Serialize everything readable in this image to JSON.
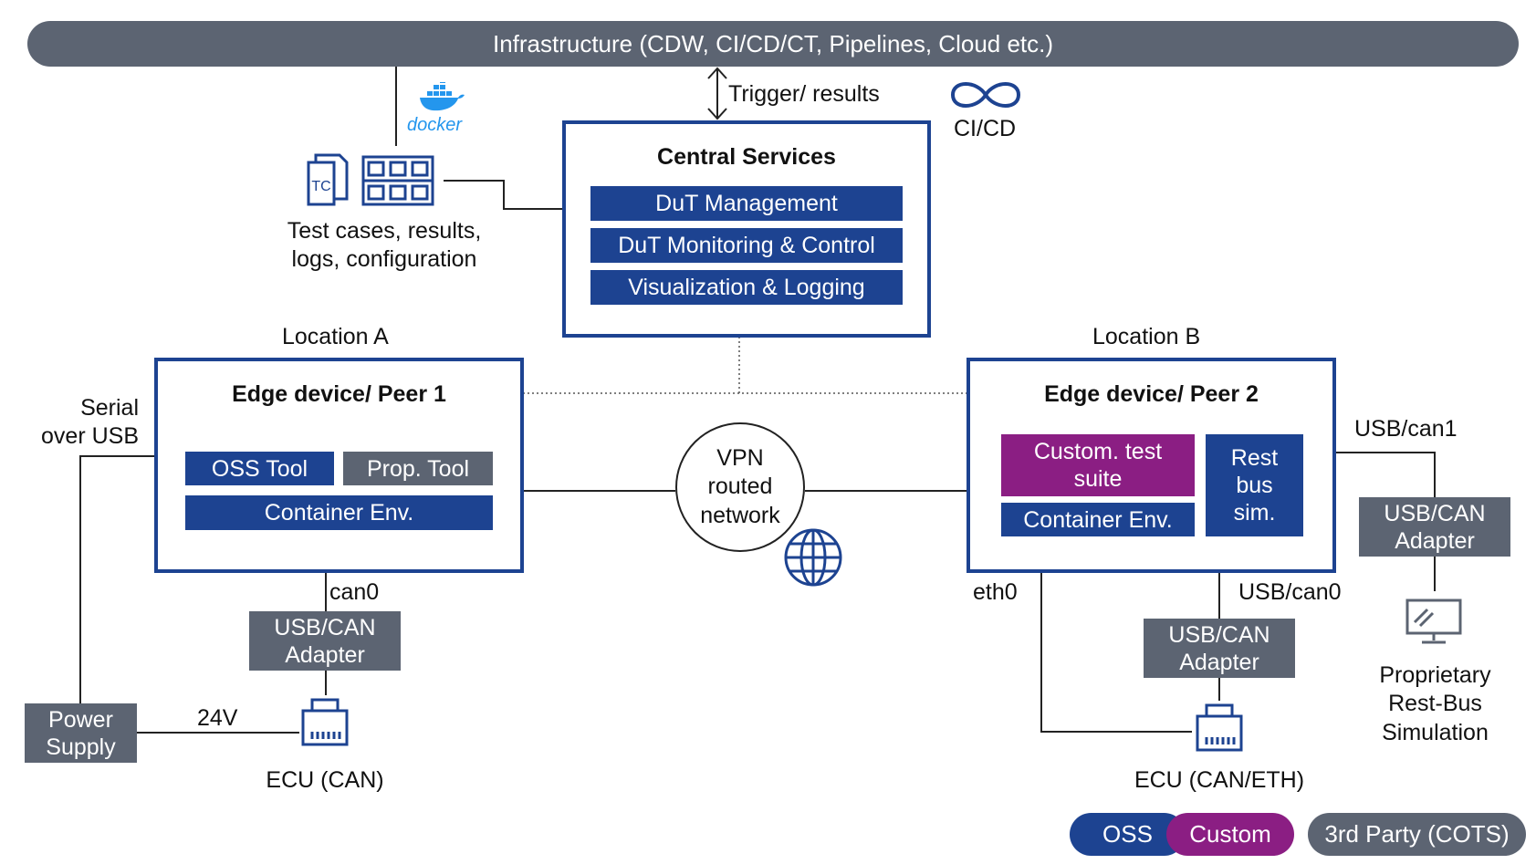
{
  "infrastructure": {
    "label": "Infrastructure (CDW, CI/CD/CT, Pipelines, Cloud etc.)"
  },
  "trigger_label": "Trigger/ results",
  "docker": {
    "label": "docker"
  },
  "cicd": {
    "label": "CI/CD"
  },
  "artifacts": {
    "tc_label": "TC",
    "caption_line1": "Test cases, results,",
    "caption_line2": "logs, configuration"
  },
  "central_services": {
    "title": "Central Services",
    "items": [
      "DuT Management",
      "DuT Monitoring & Control",
      "Visualization & Logging"
    ]
  },
  "location_a": {
    "label": "Location A",
    "peer_title": "Edge device/ Peer 1",
    "oss_tool": "OSS Tool",
    "prop_tool": "Prop. Tool",
    "container_env": "Container Env.",
    "serial_line1": "Serial",
    "serial_line2": "over USB",
    "can0": "can0",
    "adapter_line1": "USB/CAN",
    "adapter_line2": "Adapter",
    "power_line1": "Power",
    "power_line2": "Supply",
    "voltage": "24V",
    "ecu_label": "ECU (CAN)"
  },
  "vpn": {
    "line1": "VPN",
    "line2": "routed",
    "line3": "network"
  },
  "location_b": {
    "label": "Location B",
    "peer_title": "Edge device/ Peer 2",
    "custom_suite_line1": "Custom. test",
    "custom_suite_line2": "suite",
    "container_env": "Container Env.",
    "rest_bus_line1": "Rest",
    "rest_bus_line2": "bus",
    "rest_bus_line3": "sim.",
    "usb_can1": "USB/can1",
    "usb_can0": "USB/can0",
    "eth0": "eth0",
    "adapter_line1": "USB/CAN",
    "adapter_line2": "Adapter",
    "adapter2_line1": "USB/CAN",
    "adapter2_line2": "Adapter",
    "ecu_label": "ECU (CAN/ETH)",
    "proprietary_line1": "Proprietary",
    "proprietary_line2": "Rest-Bus",
    "proprietary_line3": "Simulation"
  },
  "legend": {
    "oss": "OSS",
    "custom": "Custom",
    "cots": "3rd Party (COTS)"
  },
  "colors": {
    "blue": "#1d4391",
    "gray": "#5c6472",
    "purple": "#8b1e83",
    "docker": "#2496ed"
  }
}
